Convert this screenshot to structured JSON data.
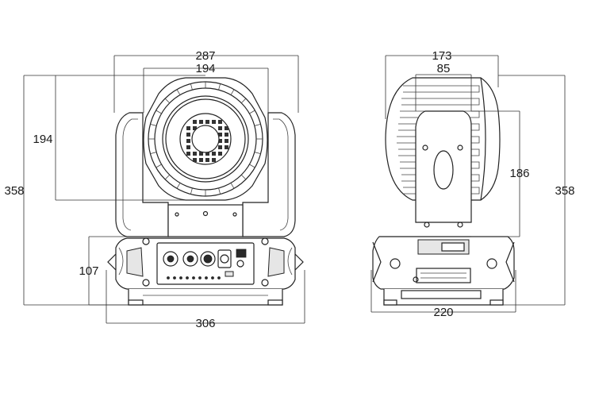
{
  "front_view": {
    "dims": {
      "overall_width": "287",
      "lens_width": "194",
      "lens_height": "194",
      "total_height": "358",
      "base_height": "107",
      "base_width": "306"
    }
  },
  "side_view": {
    "dims": {
      "head_depth": "173",
      "arm_depth": "85",
      "arm_height": "186",
      "total_height": "358",
      "base_depth": "220"
    }
  }
}
